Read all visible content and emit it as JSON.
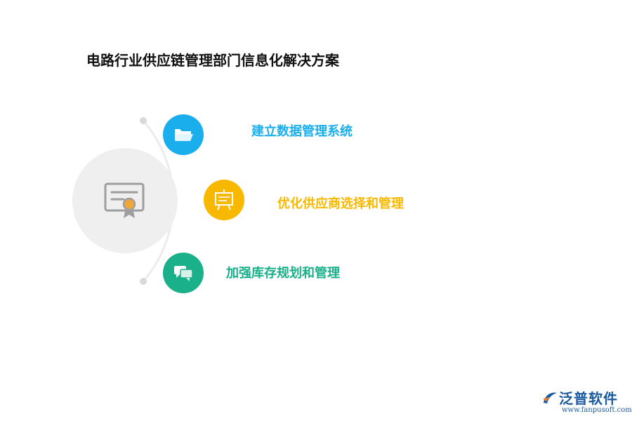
{
  "title": "电路行业供应链管理部门信息化解决方案",
  "center": {
    "icon": "certificate-icon",
    "circle_color": "#efefef",
    "icon_color": "#9e9e9e",
    "badge_color": "#f0a83c"
  },
  "items": [
    {
      "label": "建立数据管理系统",
      "icon": "folder-icon",
      "color": "#1aaeed"
    },
    {
      "label": "优化供应商选择和管理",
      "icon": "presentation-board-icon",
      "color": "#f9b800"
    },
    {
      "label": "加强库存规划和管理",
      "icon": "chat-bubbles-icon",
      "color": "#1ab08a"
    }
  ],
  "logo": {
    "name": "泛普软件",
    "url": "www.fanpusoft.com",
    "color": "#1a5aa0",
    "accent": "#f07b2a"
  }
}
